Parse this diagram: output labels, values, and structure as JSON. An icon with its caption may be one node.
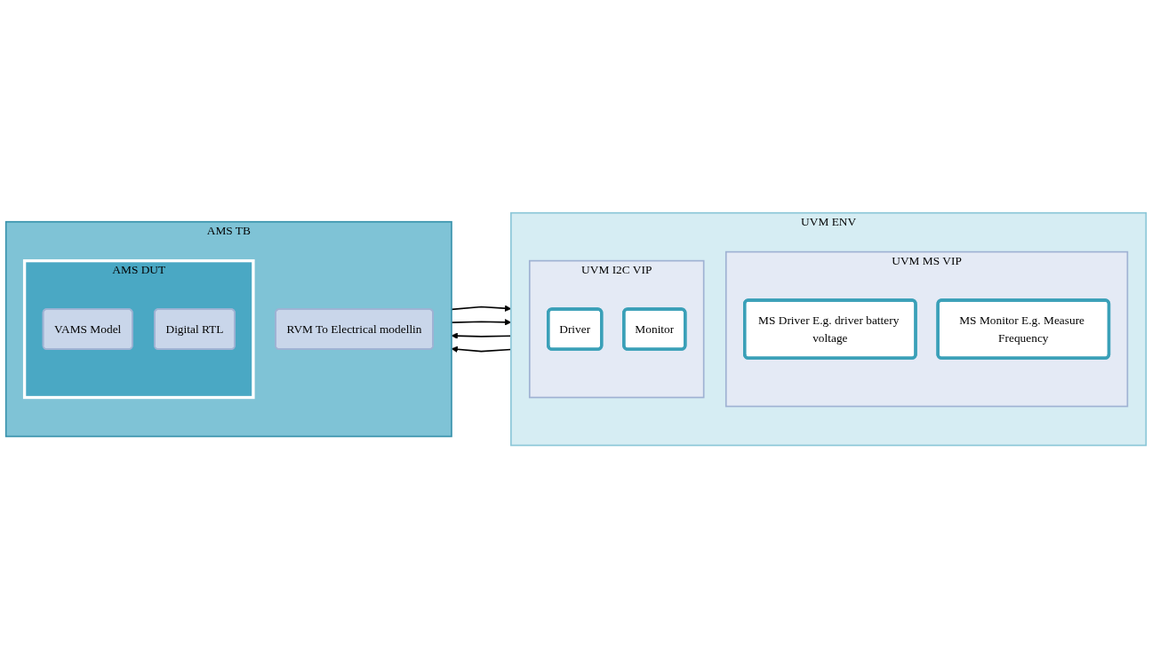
{
  "diagram": {
    "nodes": [
      {
        "text": [
          "UVM ENV"
        ]
      },
      {
        "text": [
          "UVM MS VIP"
        ],
        "in": 0
      },
      {
        "text": [
          "MS Driver E.g. driver battery voltage"
        ],
        "in": 1
      },
      {
        "text": [
          "MS Monitor E.g. Measure Frequency"
        ],
        "in": 1
      },
      {
        "text": [
          "UVM I2C VIP"
        ],
        "in": 0
      },
      {
        "text": [
          "Driver"
        ],
        "in": 4
      },
      {
        "text": [
          "Monitor"
        ],
        "in": 4
      },
      {
        "text": [
          "AMS TB"
        ]
      },
      {
        "text": [
          "RVM To Electrical modellin"
        ],
        "in": 7
      },
      {
        "text": [
          "AMS DUT"
        ],
        "in": 7
      },
      {
        "text": [
          "VAMS Model"
        ],
        "in": 9
      },
      {
        "text": [
          "Digital RTL"
        ],
        "in": 9
      }
    ],
    "edges": [
      {
        "from": 0,
        "to": 7,
        "arrow": "to"
      },
      {
        "from": 7,
        "to": 0,
        "arrow": "to"
      },
      {
        "from": 0,
        "to": 7,
        "arrow": "to"
      },
      {
        "from": 7,
        "to": 0,
        "arrow": "to"
      }
    ]
  }
}
